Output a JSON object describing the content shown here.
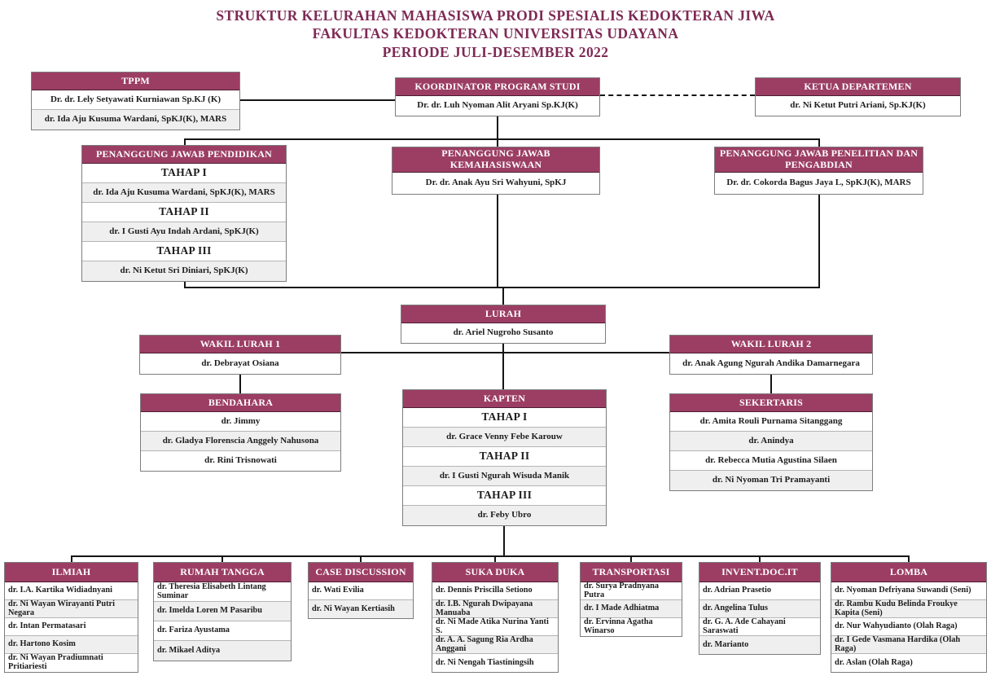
{
  "title": {
    "line1": "STRUKTUR KELURAHAN MAHASISWA PRODI SPESIALIS KEDOKTERAN JIWA",
    "line2": "FAKULTAS KEDOKTERAN UNIVERSITAS UDAYANA",
    "line3": "PERIODE JULI-DESEMBER 2022"
  },
  "colors": {
    "header_bg": "#9C3E64",
    "title_text": "#7E2A55",
    "row_alt_bg": "#EFEFEF",
    "connector": "#151515"
  },
  "boxes": {
    "tppm": {
      "title": "TPPM",
      "rows": [
        {
          "text": "Dr. dr. Lely Setyawati Kurniawan Sp.KJ (K)",
          "kind": "person"
        },
        {
          "text": "dr. Ida Aju Kusuma Wardani, SpKJ(K), MARS",
          "kind": "person"
        }
      ]
    },
    "koordinator": {
      "title": "KOORDINATOR PROGRAM STUDI",
      "rows": [
        {
          "text": "Dr. dr. Luh Nyoman Alit Aryani Sp.KJ(K)",
          "kind": "person"
        }
      ]
    },
    "ketua": {
      "title": "KETUA DEPARTEMEN",
      "rows": [
        {
          "text": "dr. Ni Ketut Putri Ariani, Sp.KJ(K)",
          "kind": "person"
        }
      ]
    },
    "pendidikan": {
      "title": "PENANGGUNG JAWAB PENDIDIKAN",
      "rows": [
        {
          "text": "TAHAP I",
          "kind": "stage"
        },
        {
          "text": "dr. Ida Aju Kusuma Wardani, SpKJ(K), MARS",
          "kind": "person"
        },
        {
          "text": "TAHAP II",
          "kind": "stage"
        },
        {
          "text": "dr. I Gusti Ayu Indah Ardani, SpKJ(K)",
          "kind": "person"
        },
        {
          "text": "TAHAP III",
          "kind": "stage"
        },
        {
          "text": "dr. Ni Ketut Sri Diniari, SpKJ(K)",
          "kind": "person"
        }
      ]
    },
    "kemahasiswaan": {
      "title": "PENANGGUNG JAWAB KEMAHASISWAAN",
      "rows": [
        {
          "text": "Dr. dr. Anak Ayu Sri Wahyuni, SpKJ",
          "kind": "person"
        }
      ]
    },
    "penelitian": {
      "title": "PENANGGUNG JAWAB PENELITIAN DAN PENGABDIAN",
      "rows": [
        {
          "text": "Dr. dr. Cokorda Bagus Jaya L, SpKJ(K), MARS",
          "kind": "person"
        }
      ]
    },
    "lurah": {
      "title": "LURAH",
      "rows": [
        {
          "text": "dr. Ariel Nugroho Susanto",
          "kind": "person"
        }
      ]
    },
    "wakil1": {
      "title": "WAKIL LURAH 1",
      "rows": [
        {
          "text": "dr. Debrayat Osiana",
          "kind": "person"
        }
      ]
    },
    "wakil2": {
      "title": "WAKIL LURAH 2",
      "rows": [
        {
          "text": "dr. Anak Agung Ngurah Andika Damarnegara",
          "kind": "person"
        }
      ]
    },
    "bendahara": {
      "title": "BENDAHARA",
      "rows": [
        {
          "text": "dr. Jimmy",
          "kind": "person"
        },
        {
          "text": "dr. Gladya Florenscia Anggely Nahusona",
          "kind": "person"
        },
        {
          "text": "dr. Rini Trisnowati",
          "kind": "person"
        }
      ]
    },
    "kapten": {
      "title": "KAPTEN",
      "rows": [
        {
          "text": "TAHAP I",
          "kind": "stage"
        },
        {
          "text": "dr. Grace Venny Febe Karouw",
          "kind": "person"
        },
        {
          "text": "TAHAP II",
          "kind": "stage"
        },
        {
          "text": "dr. I Gusti Ngurah Wisuda Manik",
          "kind": "person"
        },
        {
          "text": "TAHAP III",
          "kind": "stage"
        },
        {
          "text": "dr. Feby Ubro",
          "kind": "person"
        }
      ]
    },
    "sekertaris": {
      "title": "SEKERTARIS",
      "rows": [
        {
          "text": "dr. Amita Rouli Purnama Sitanggang",
          "kind": "person"
        },
        {
          "text": "dr. Anindya",
          "kind": "person"
        },
        {
          "text": "dr. Rebecca Mutia Agustina Silaen",
          "kind": "person"
        },
        {
          "text": "dr. Ni Nyoman Tri Pramayanti",
          "kind": "person"
        }
      ]
    },
    "ilmiah": {
      "title": "ILMIAH",
      "rows": [
        {
          "text": "dr. I.A. Kartika Widiadnyani",
          "kind": "person"
        },
        {
          "text": "dr. Ni Wayan Wirayanti Putri Negara",
          "kind": "person"
        },
        {
          "text": "dr. Intan Permatasari",
          "kind": "person"
        },
        {
          "text": "dr. Hartono Kosim",
          "kind": "person"
        },
        {
          "text": "dr. Ni Wayan Pradiumnati Pritiariesti",
          "kind": "person"
        }
      ]
    },
    "rumahtangga": {
      "title": "RUMAH TANGGA",
      "rows": [
        {
          "text": "dr. Theresia Elisabeth Lintang Suminar",
          "kind": "person"
        },
        {
          "text": "dr. Imelda Loren M Pasaribu",
          "kind": "person"
        },
        {
          "text": "dr. Fariza Ayustama",
          "kind": "person"
        },
        {
          "text": "dr. Mikael Aditya",
          "kind": "person"
        }
      ]
    },
    "casediscussion": {
      "title": "CASE DISCUSSION",
      "rows": [
        {
          "text": "dr. Wati Evilia",
          "kind": "person"
        },
        {
          "text": "dr. Ni Wayan Kertiasih",
          "kind": "person"
        }
      ]
    },
    "sukaduka": {
      "title": "SUKA DUKA",
      "rows": [
        {
          "text": "dr. Dennis Priscilla Setiono",
          "kind": "person"
        },
        {
          "text": "dr. I.B. Ngurah Dwipayana Manuaba",
          "kind": "person"
        },
        {
          "text": "dr. Ni Made Atika Nurina Yanti S.",
          "kind": "person"
        },
        {
          "text": "dr. A. A. Sagung Ria Ardha Anggani",
          "kind": "person"
        },
        {
          "text": "dr. Ni Nengah Tiastiningsih",
          "kind": "person"
        }
      ]
    },
    "transportasi": {
      "title": "TRANSPORTASI",
      "rows": [
        {
          "text": "dr. Surya Pradnyana Putra",
          "kind": "person"
        },
        {
          "text": "dr. I Made Adhiatma",
          "kind": "person"
        },
        {
          "text": "dr. Ervinna Agatha Winarso",
          "kind": "person"
        }
      ]
    },
    "inventdocit": {
      "title": "INVENT.DOC.IT",
      "rows": [
        {
          "text": "dr. Adrian Prasetio",
          "kind": "person"
        },
        {
          "text": "dr. Angelina Tulus",
          "kind": "person"
        },
        {
          "text": "dr. G. A. Ade Cahayani Saraswati",
          "kind": "person"
        },
        {
          "text": "dr. Marianto",
          "kind": "person"
        }
      ]
    },
    "lomba": {
      "title": "LOMBA",
      "rows": [
        {
          "text": "dr. Nyoman Defriyana Suwandi (Seni)",
          "kind": "person"
        },
        {
          "text": "dr. Rambu Kudu Belinda Froukye Kapita (Seni)",
          "kind": "person"
        },
        {
          "text": "dr. Nur Wahyudianto (Olah Raga)",
          "kind": "person"
        },
        {
          "text": "dr. I Gede Vasmana Hardika (Olah Raga)",
          "kind": "person"
        },
        {
          "text": "dr. Aslan (Olah Raga)",
          "kind": "person"
        }
      ]
    }
  }
}
